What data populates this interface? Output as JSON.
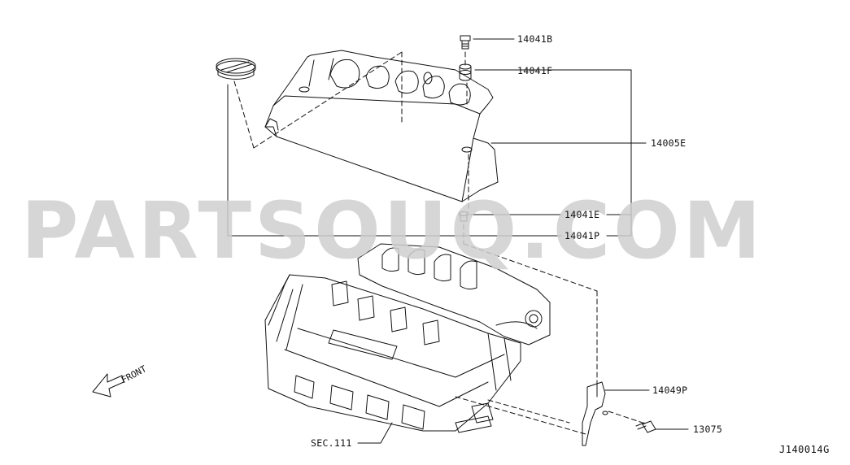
{
  "watermark": "PARTSOUQ.COM",
  "diagram_id": "J140014G",
  "front_label": "FRONT",
  "section_ref": "SEC.111",
  "parts": [
    {
      "number": "14041B"
    },
    {
      "number": "14041F"
    },
    {
      "number": "14005E"
    },
    {
      "number": "14041E"
    },
    {
      "number": "14041P"
    },
    {
      "number": "14049P"
    },
    {
      "number": "13075"
    }
  ]
}
